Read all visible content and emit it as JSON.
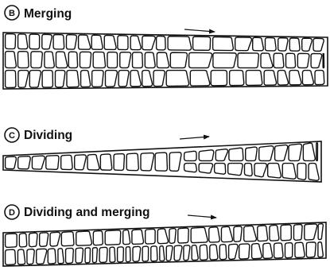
{
  "panels": [
    {
      "letter": "B",
      "title": "Merging"
    },
    {
      "letter": "C",
      "title": "Dividing"
    },
    {
      "letter": "D",
      "title": "Dividing and merging"
    }
  ]
}
